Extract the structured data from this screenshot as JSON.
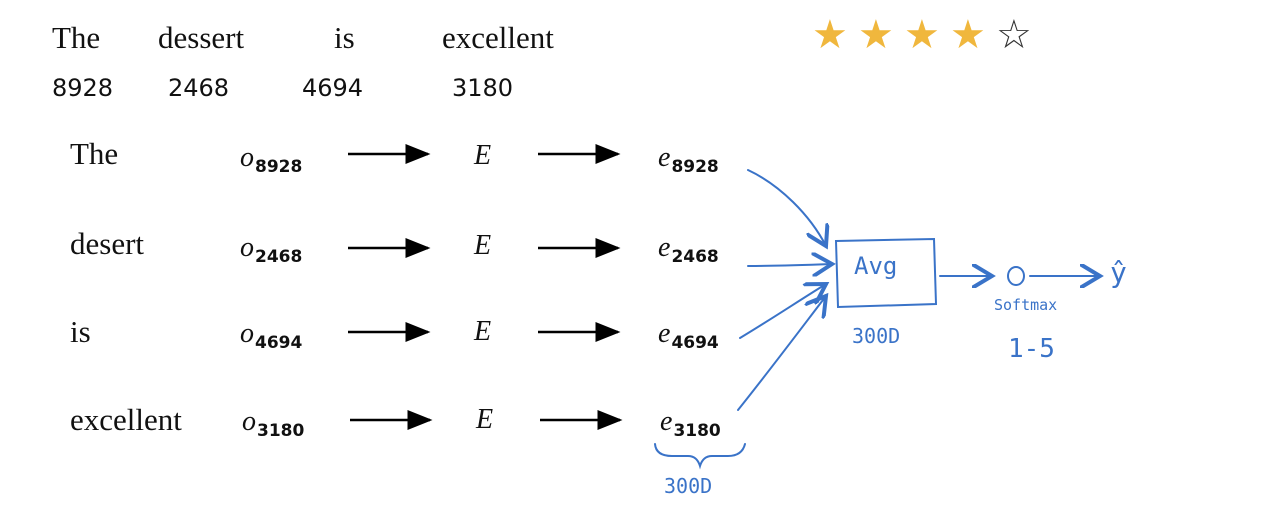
{
  "header": {
    "words": [
      "The",
      "dessert",
      "is",
      "excellent"
    ],
    "indices": [
      "8928",
      "2468",
      "4694",
      "3180"
    ],
    "rating": {
      "value": 4,
      "max": 5,
      "filled_char": "★",
      "empty_char": "☆",
      "color": "#f0b73d"
    }
  },
  "rows": [
    {
      "word": "The",
      "onehot": "o",
      "onehot_sub": "8928",
      "matrix": "E",
      "embed": "e",
      "embed_sub": "8928"
    },
    {
      "word": "desert",
      "onehot": "o",
      "onehot_sub": "2468",
      "matrix": "E",
      "embed": "e",
      "embed_sub": "2468"
    },
    {
      "word": "is",
      "onehot": "o",
      "onehot_sub": "4694",
      "matrix": "E",
      "embed": "e",
      "embed_sub": "4694"
    },
    {
      "word": "excellent",
      "onehot": "o",
      "onehot_sub": "3180",
      "matrix": "E",
      "embed": "e",
      "embed_sub": "3180"
    }
  ],
  "annotations": {
    "avg_label": "Avg",
    "avg_dim": "300D",
    "embed_dim": "300D",
    "output_node": "O",
    "softmax_label": "Softmax",
    "softmax_range": "1-5",
    "y_hat": "ŷ",
    "ink_color": "#3a73c8"
  }
}
